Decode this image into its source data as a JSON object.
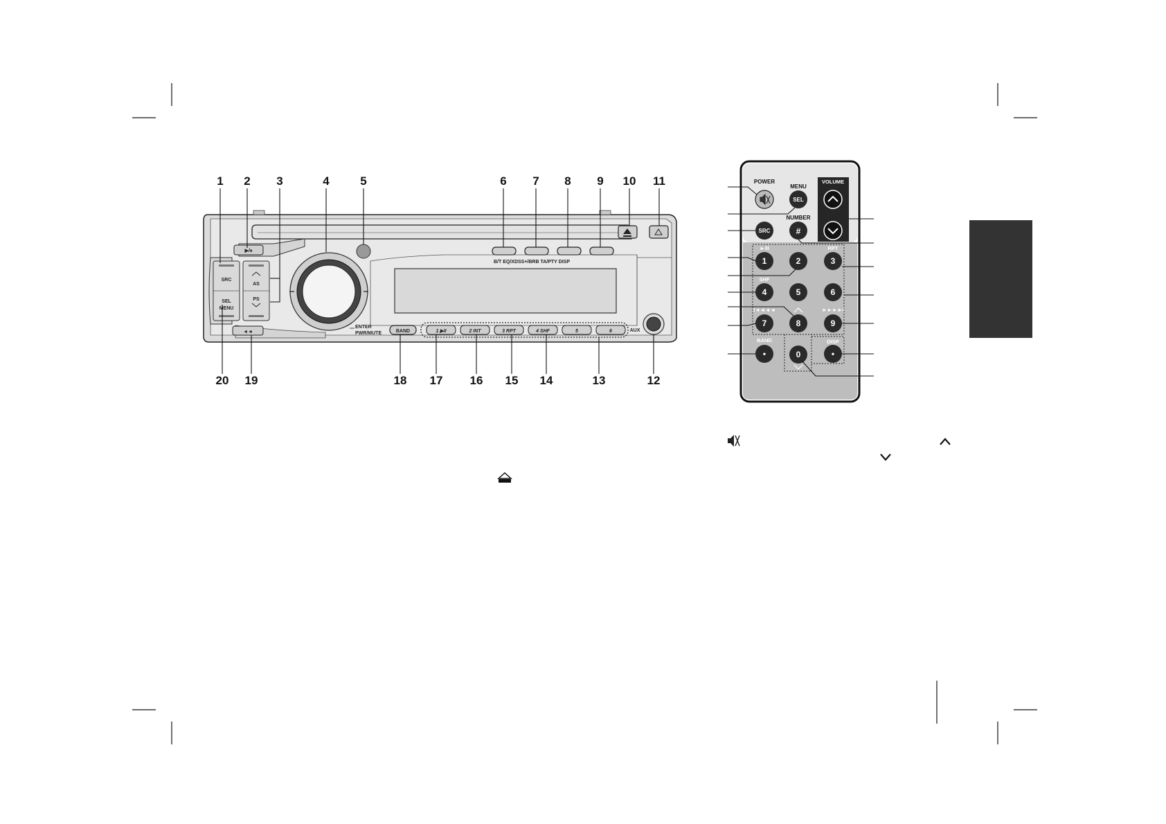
{
  "head_unit": {
    "top_callouts": [
      "1",
      "2",
      "3",
      "4",
      "5",
      "6",
      "7",
      "8",
      "9",
      "10",
      "11"
    ],
    "bottom_callouts": [
      "20",
      "19",
      "18",
      "17",
      "16",
      "15",
      "14",
      "13",
      "12"
    ],
    "labels": {
      "src": "SRC",
      "sel": "SEL",
      "menu": "MENU",
      "as": "AS",
      "ps": "PS",
      "enter": "ENTER",
      "pwr_mute": "PWR/MUTE",
      "band": "BAND",
      "aux": "AUX",
      "function_row": "B/T   EQ/XDSS+/BRB  TA/PTY     DISP",
      "play_pause": "▶/⏸",
      "prev": "◄◄",
      "presets": [
        "1  ▶II",
        "2  INT",
        "3  RPT",
        "4  SHF",
        "5",
        "6"
      ]
    }
  },
  "remote": {
    "power": "POWER",
    "menu": "MENU",
    "sel": "SEL",
    "volume": "VOLUME",
    "src": "SRC",
    "number": "NUMBER",
    "hash": "#",
    "play_pause": "►/II",
    "rpt": "RPT",
    "shf": "SHF",
    "skip_back": "I◄◄◄◄",
    "skip_fwd": "►►►►I",
    "band": "BAND",
    "disp": "DISP",
    "keys": [
      "1",
      "2",
      "3",
      "4",
      "5",
      "6",
      "7",
      "8",
      "9",
      "0"
    ],
    "dot": "•"
  },
  "legend": {
    "mute_icon": "speaker-mute-icon",
    "up_icon": "chevron-up-icon",
    "down_icon": "chevron-down-icon",
    "eject_icon": "eject-icon"
  },
  "colors": {
    "ink": "#111111",
    "panel": "#e6e6e6",
    "button_dark": "#2a2a2a",
    "tab": "#333333"
  }
}
